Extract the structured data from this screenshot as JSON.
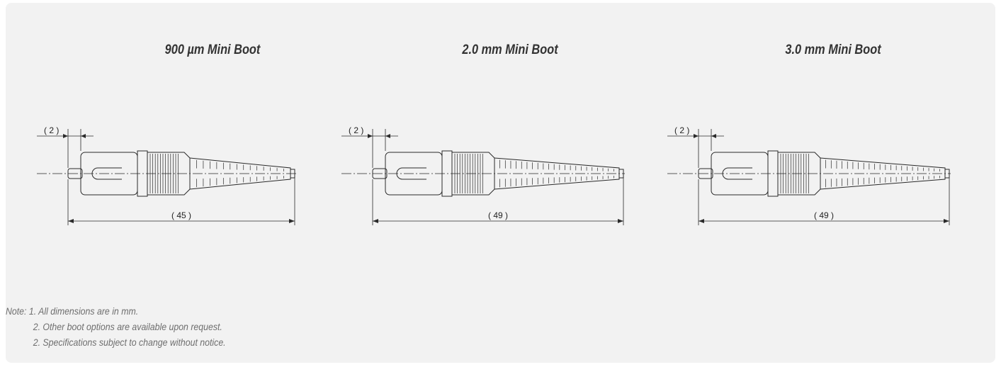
{
  "connectors": [
    {
      "title": "900 µm Mini Boot",
      "offset_label": "( 2 )",
      "length_label": "( 45 )",
      "boot_segments": 14
    },
    {
      "title": "2.0 mm Mini Boot",
      "offset_label": "( 2 )",
      "length_label": "( 49 )",
      "boot_segments": 22
    },
    {
      "title": "3.0 mm Mini Boot",
      "offset_label": "( 2 )",
      "length_label": "( 49 )",
      "boot_segments": 22
    }
  ],
  "notes": {
    "line1": "Note: 1. All dimensions are in mm.",
    "line2": "2. Other boot options are available upon request.",
    "line3": "2. Specifications subject to change without notice."
  }
}
